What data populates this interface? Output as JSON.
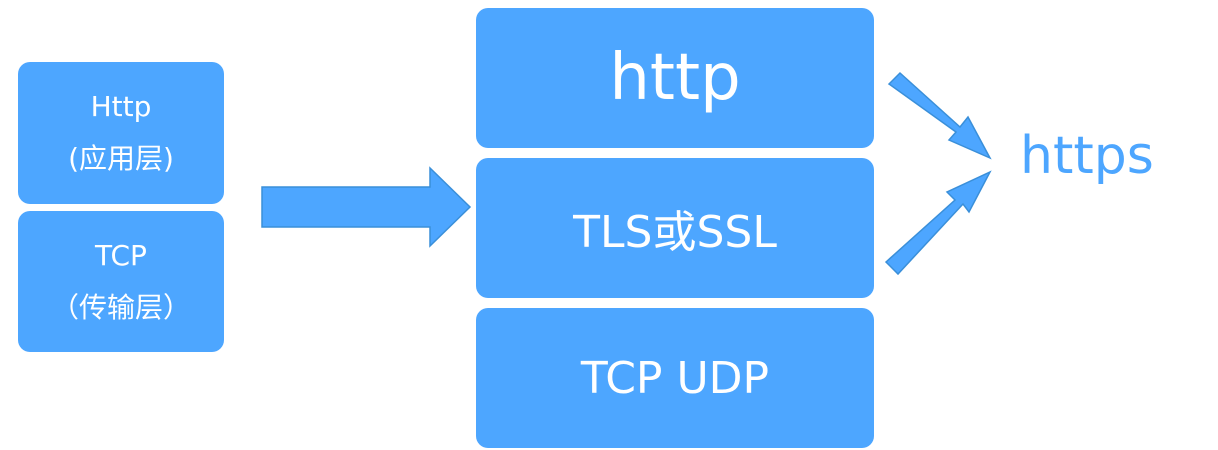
{
  "left_stack": {
    "app_layer_line1": "Http",
    "app_layer_line2": "(应用层)",
    "transport_layer_line1": "TCP",
    "transport_layer_line2": "（传输层）"
  },
  "right_stack": {
    "top_label": "http",
    "middle_label": "TLS或SSL",
    "bottom_label": "TCP UDP"
  },
  "result_label": "https",
  "colors": {
    "box_fill": "#4da6ff",
    "arrow_stroke": "#3a8fd9",
    "text_on_box": "#ffffff",
    "result_text": "#4da6ff"
  }
}
